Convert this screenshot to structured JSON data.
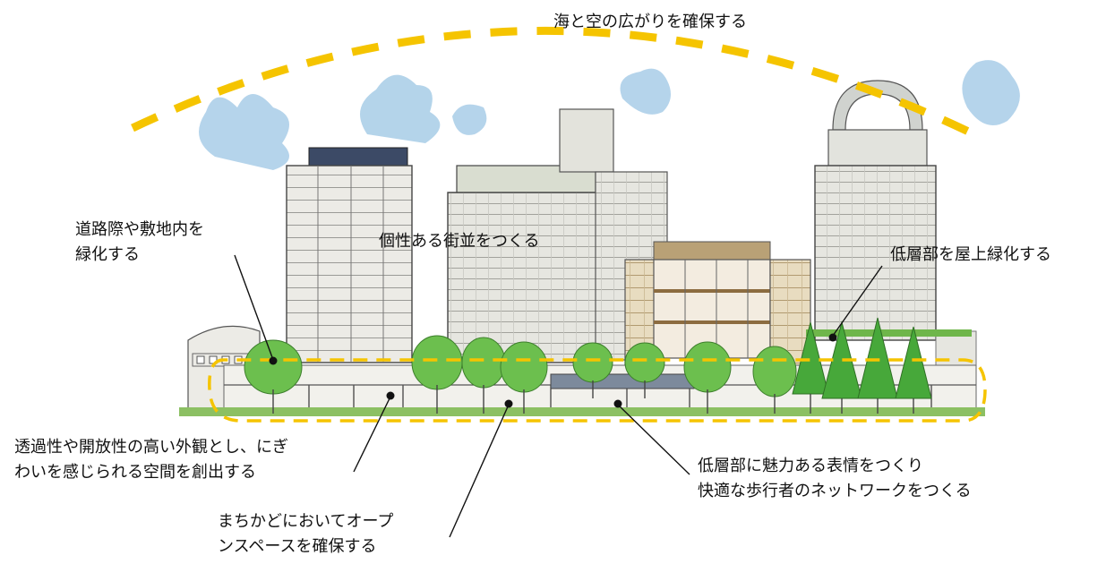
{
  "labels": {
    "sky": "海と空の広がりを確保する",
    "roadside_line1": "道路際や敷地内を",
    "roadside_line2": "緑化する",
    "streetscape": "個性ある街並をつくる",
    "rooftop": "低層部を屋上緑化する",
    "transparent_line1": "透過性や開放性の高い外観とし、にぎ",
    "transparent_line2": "わいを感じられる空間を創出する",
    "lowrise_line1": "低層部に魅力ある表情をつくり",
    "lowrise_line2": "快適な歩行者のネットワークをつくる",
    "corner_line1": "まちかどにおいてオープ",
    "corner_line2": "ンスペースを確保する"
  },
  "colors": {
    "highlight_dash": "#f5c400",
    "tree_green": "#5cb84a",
    "sky_blue": "#9cc6e4",
    "ground_green": "#8cc063",
    "leader": "#111111"
  }
}
